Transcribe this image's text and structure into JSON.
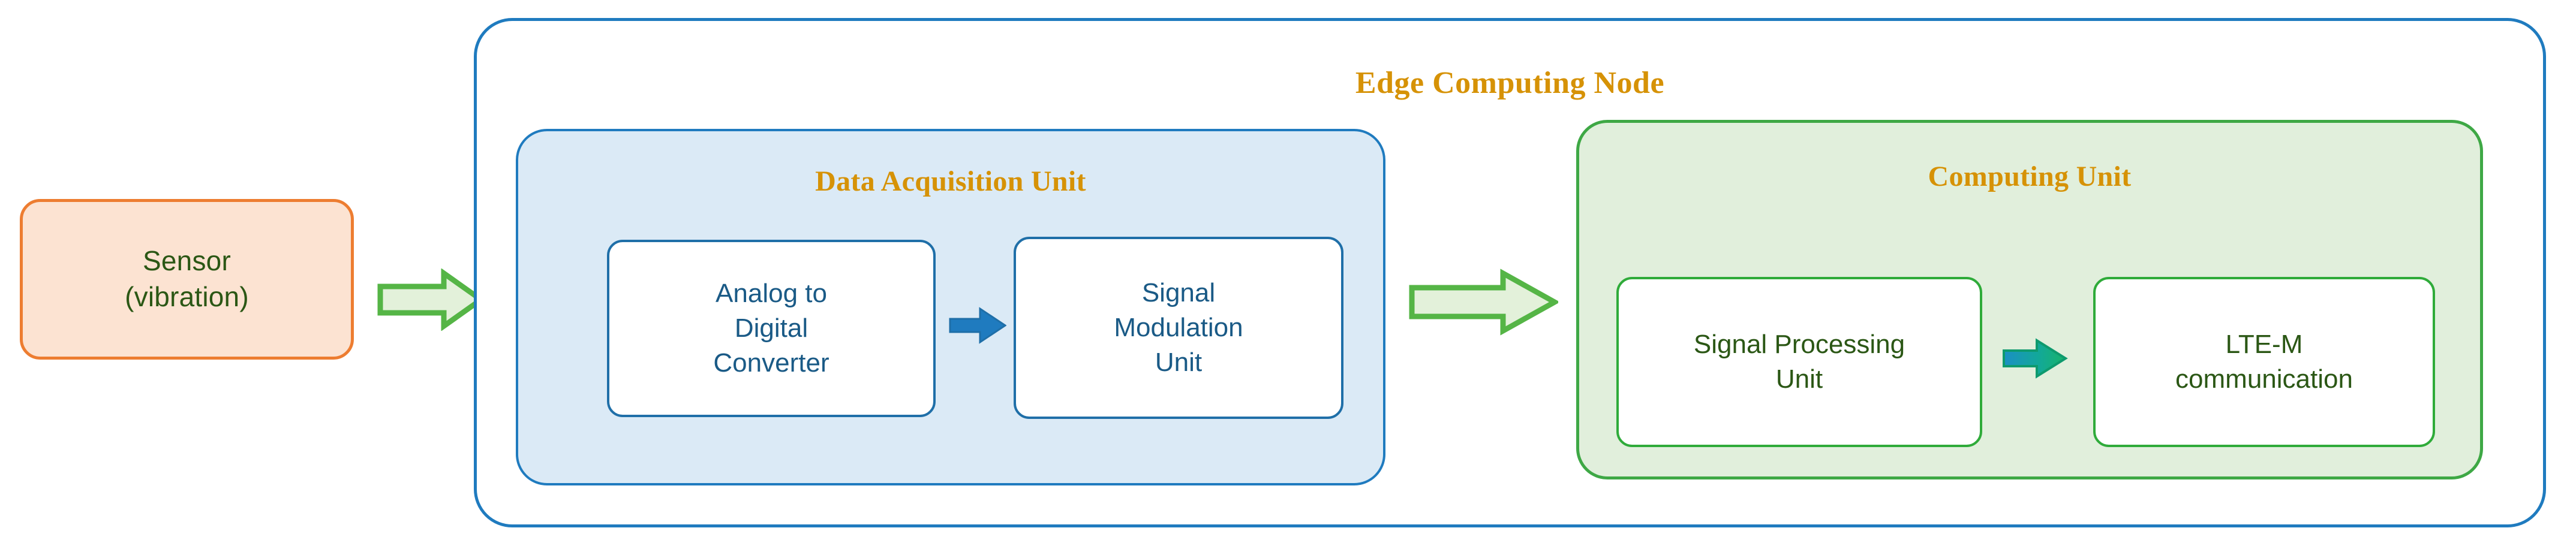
{
  "diagram": {
    "title_hidden": "",
    "sensor": {
      "line1": "Sensor",
      "line2": "(vibration)"
    },
    "edge_node": {
      "title": "Edge Computing Node"
    },
    "data_acquisition": {
      "title": "Data Acquisition  Unit",
      "adc": {
        "line1": "Analog to",
        "line2": "Digital",
        "line3": "Converter"
      },
      "modulation": {
        "line1": "Signal",
        "line2": "Modulation",
        "line3": "Unit"
      }
    },
    "computing": {
      "title": "Computing Unit",
      "signal_processing": {
        "line1": "Signal Processing",
        "line2": "Unit"
      },
      "lte": {
        "line1": "LTE-M",
        "line2": "communication"
      }
    },
    "arrows": {
      "sensor_to_edge": "block-arrow-right-green",
      "daq_to_compute": "block-arrow-right-green",
      "adc_to_modulation": "arrow-right-blue",
      "spu_to_lte": "block-arrow-right-teal"
    },
    "colors": {
      "sensor_border": "#ED7D31",
      "sensor_fill": "#FCE3D2",
      "sensor_text": "#2B5715",
      "edge_border": "#1F7BBF",
      "panel_title": "#D69206",
      "daq_border": "#1F7BBF",
      "daq_fill": "#DBEAF6",
      "daq_text": "#1A5A86",
      "compute_border": "#3EA845",
      "compute_fill": "#E1EFDC",
      "compute_text": "#2B5715",
      "arrow_green_stroke": "#55B546",
      "arrow_green_fill": "#E3F1DA",
      "arrow_blue": "#1F7BBF",
      "arrow_teal": "#12A89A"
    }
  }
}
